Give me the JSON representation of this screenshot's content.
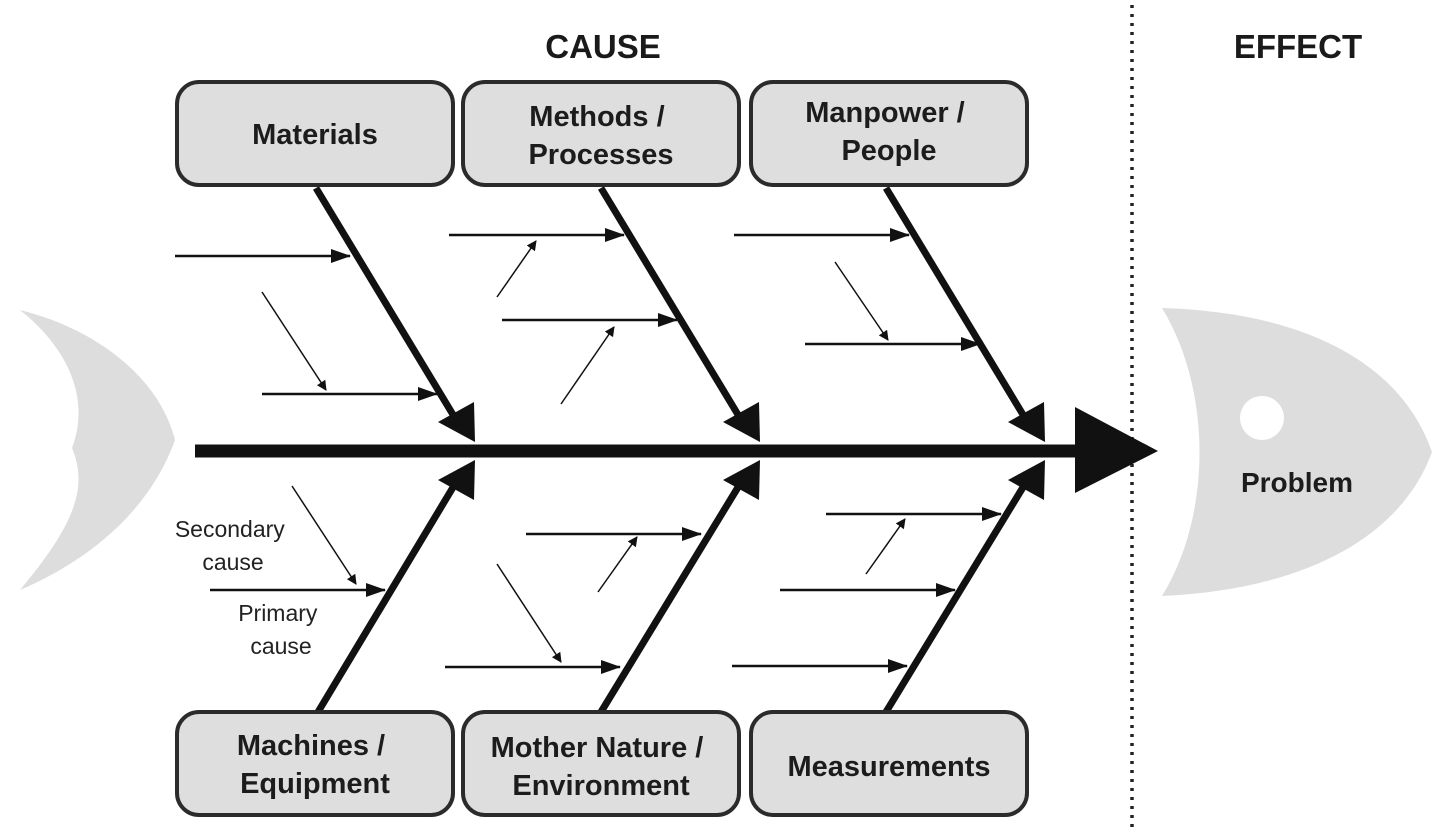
{
  "headings": {
    "cause": "CAUSE",
    "effect": "EFFECT"
  },
  "categories": {
    "top": [
      {
        "lines": [
          "Materials"
        ]
      },
      {
        "lines": [
          "Methods /",
          "Processes"
        ]
      },
      {
        "lines": [
          "Manpower /",
          "People"
        ]
      }
    ],
    "bottom": [
      {
        "lines": [
          "Machines /",
          "Equipment"
        ]
      },
      {
        "lines": [
          "Mother Nature /",
          "Environment"
        ]
      },
      {
        "lines": [
          "Measurements"
        ]
      }
    ]
  },
  "annotations": {
    "secondary": [
      "Secondary",
      "cause"
    ],
    "primary": [
      "Primary",
      "cause"
    ]
  },
  "effect": {
    "label": "Problem"
  }
}
